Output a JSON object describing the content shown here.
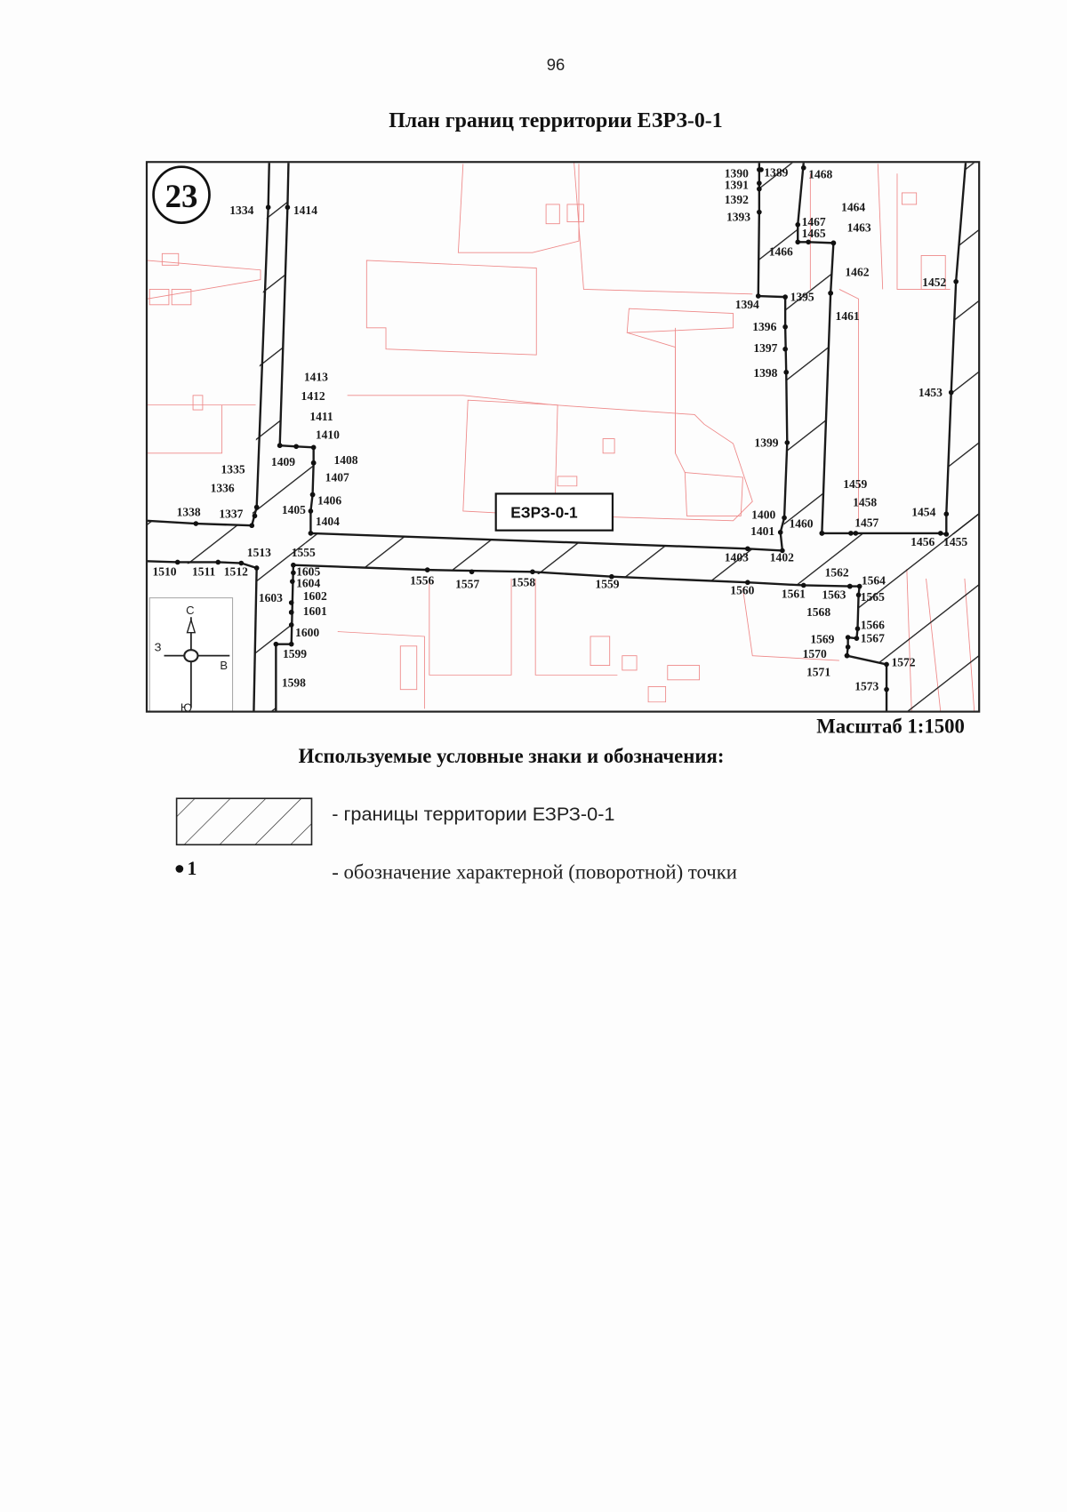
{
  "page": {
    "number": "96",
    "title": "План границ территории ЕЗРЗ-0-1"
  },
  "map": {
    "sheet_number": "23",
    "zone_label": "ЕЗРЗ-0-1",
    "scale": "Масштаб 1:1500",
    "compass": {
      "north": "С",
      "south": "Ю",
      "west": "З",
      "east": "В"
    },
    "colors": {
      "boundary": "#1a1a1a",
      "cadastral": "#e88888"
    },
    "points": [
      "1334",
      "1414",
      "1413",
      "1412",
      "1411",
      "1410",
      "1409",
      "1408",
      "1407",
      "1406",
      "1405",
      "1404",
      "1335",
      "1336",
      "1337",
      "1338",
      "1513",
      "1512",
      "1511",
      "1510",
      "1555",
      "1605",
      "1604",
      "1603",
      "1602",
      "1601",
      "1600",
      "1599",
      "1598",
      "1556",
      "1557",
      "1558",
      "1559",
      "1560",
      "1561",
      "1562",
      "1563",
      "1564",
      "1565",
      "1566",
      "1567",
      "1568",
      "1569",
      "1570",
      "1571",
      "1572",
      "1573",
      "1403",
      "1402",
      "1401",
      "1400",
      "1399",
      "1398",
      "1397",
      "1396",
      "1395",
      "1394",
      "1393",
      "1392",
      "1391",
      "1390",
      "1389",
      "1468",
      "1467",
      "1466",
      "1465",
      "1464",
      "1463",
      "1462",
      "1461",
      "1460",
      "1459",
      "1458",
      "1457",
      "1456",
      "1455",
      "1454",
      "1453",
      "1452"
    ]
  },
  "legend": {
    "heading": "Используемые условные знаки и обозначения:",
    "items": [
      {
        "symbol": "hatched-boundary",
        "text": "- границы территории ЕЗРЗ-0-1"
      },
      {
        "symbol": "point",
        "sample": "1",
        "text": "- обозначение характерной (поворотной) точки"
      }
    ]
  }
}
